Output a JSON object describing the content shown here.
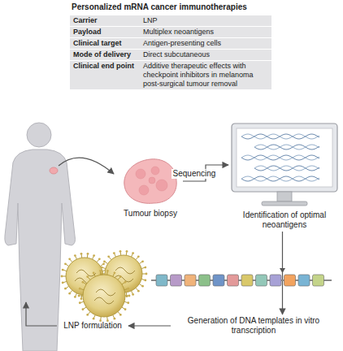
{
  "diagram": {
    "title": "Personalized mRNA cancer immunotherapies",
    "nodes": [
      {
        "text": [
          "Tumour biopsy"
        ]
      },
      {
        "text": [
          "Identification of optimal neoantigens"
        ]
      },
      {
        "text": [
          "Generation of DNA templates in vitro transcription"
        ]
      },
      {
        "text": [
          "LNP formulation"
        ]
      }
    ],
    "edges": [
      {
        "from": 0,
        "to": 1,
        "label": "Sequencing",
        "arrow": "to"
      },
      {
        "from": 1,
        "to": 2,
        "arrow": "to"
      },
      {
        "from": 2,
        "to": 3,
        "arrow": "to"
      }
    ],
    "labels": [
      "Carrier",
      "LNP",
      "Payload",
      "Multiplex neoantigens",
      "Clinical target",
      "Antigen-presenting cells",
      "Mode of delivery",
      "Direct subcutaneous",
      "Clinical end point",
      "Additive therapeutic effects with checkpoint inhibitors in melanoma post-surgical tumour removal"
    ]
  }
}
